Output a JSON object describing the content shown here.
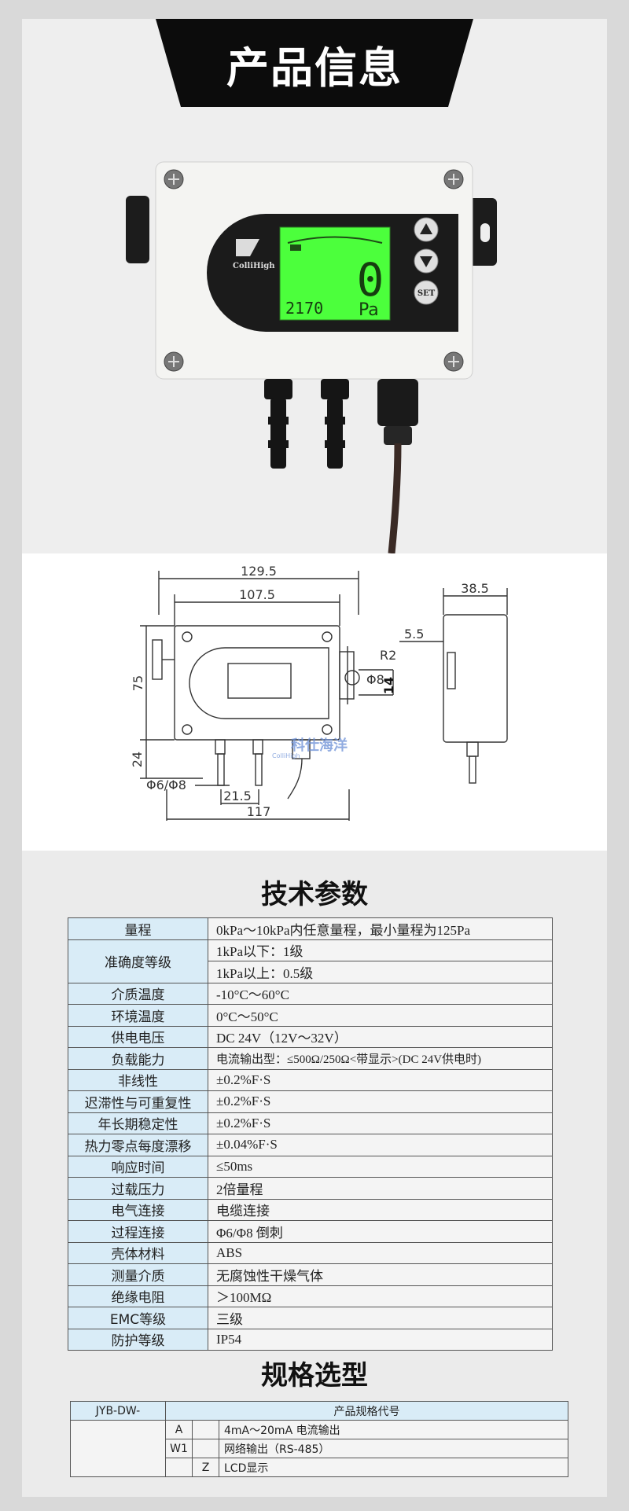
{
  "header": {
    "title": "产品信息"
  },
  "device": {
    "brand": "ColliHigh",
    "lcd_reading": "0",
    "lcd_unit": "Pa",
    "lcd_sub": "2170",
    "set_label": "SET",
    "colors": {
      "body": "#f4f4f2",
      "panel": "#1b1b1b",
      "lcd": "#4cff3c",
      "cable": "#3a2a25"
    }
  },
  "drawing": {
    "dims": {
      "w_total": "129.5",
      "w_inner": "107.5",
      "w_bottom": "117",
      "h_body": "75",
      "h_bottom": "24",
      "depth": "38.5",
      "side_small": "5.5",
      "radius": "R2",
      "hole": "Φ8",
      "hole_offset": "14",
      "barb": "Φ6/Φ8",
      "spacing": "21.5"
    },
    "watermark": "科仕海洋",
    "watermark_sub": "ColliHigh"
  },
  "specs": {
    "title": "技术参数",
    "rows": [
      {
        "k": "量程",
        "v": "0kPa～10kPa内任意量程，最小量程为125Pa"
      },
      {
        "k": "准确度等级",
        "v": "1kPa以下：1级",
        "v2": "1kPa以上：0.5级"
      },
      {
        "k": "介质温度",
        "v": "-10°C～60°C"
      },
      {
        "k": "环境温度",
        "v": "0°C～50°C"
      },
      {
        "k": "供电电压",
        "v": "DC 24V（12V～32V）"
      },
      {
        "k": "负载能力",
        "v": "电流输出型：≤500Ω/250Ω<带显示>(DC 24V供电时)"
      },
      {
        "k": "非线性",
        "v": "±0.2%F·S"
      },
      {
        "k": "迟滞性与可重复性",
        "v": "±0.2%F·S"
      },
      {
        "k": "年长期稳定性",
        "v": "±0.2%F·S"
      },
      {
        "k": "热力零点每度漂移",
        "v": "±0.04%F·S"
      },
      {
        "k": "响应时间",
        "v": "≤50ms"
      },
      {
        "k": "过载压力",
        "v": "2倍量程"
      },
      {
        "k": "电气连接",
        "v": "电缆连接"
      },
      {
        "k": "过程连接",
        "v": "Φ6/Φ8 倒刺"
      },
      {
        "k": "壳体材料",
        "v": "ABS"
      },
      {
        "k": "测量介质",
        "v": "无腐蚀性干燥气体"
      },
      {
        "k": "绝缘电阻",
        "v": "＞100MΩ"
      },
      {
        "k": "EMC等级",
        "v": "三级"
      },
      {
        "k": "防护等级",
        "v": "IP54"
      }
    ]
  },
  "selection": {
    "title": "规格选型",
    "model": "JYB-DW-",
    "header": "产品规格代号",
    "rows": [
      {
        "c1": "A",
        "c2": "",
        "text": "4mA～20mA 电流输出"
      },
      {
        "c1": "W1",
        "c2": "",
        "text": "网络输出（RS-485）"
      },
      {
        "c1": "",
        "c2": "Z",
        "text": "LCD显示"
      }
    ]
  }
}
